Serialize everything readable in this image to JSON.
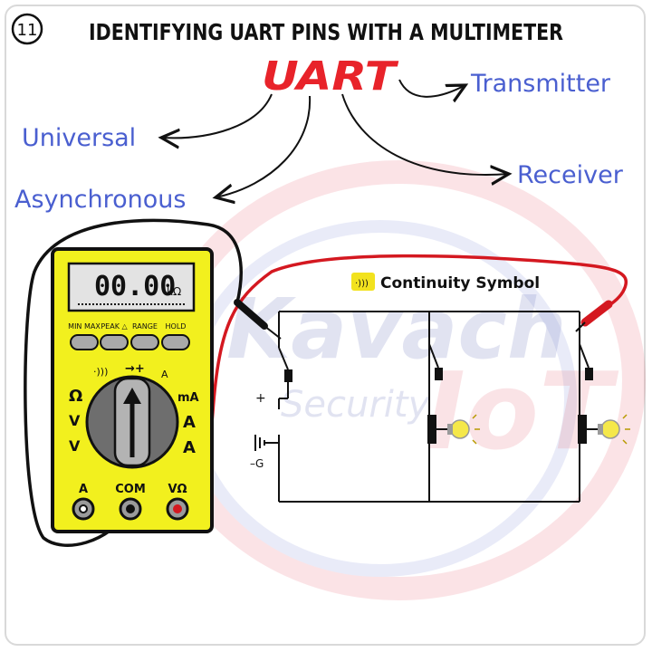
{
  "step_number": "11",
  "title": "IDENTIFYING UART PINS WITH A MULTIMETER",
  "acronym": "UART",
  "expansions": {
    "universal": "Universal",
    "asynchronous": "Asynchronous",
    "receiver": "Receiver",
    "transmitter": "Transmitter"
  },
  "multimeter": {
    "display_value": "00.00",
    "display_unit": "kΩ",
    "buttons": [
      "MIN MAX",
      "PEAK △",
      "RANGE",
      "HOLD"
    ],
    "left_marks": [
      "Ω",
      "V",
      "V"
    ],
    "right_marks": [
      "mA",
      "A",
      "A"
    ],
    "top_marks": [
      "·)))",
      "→+",
      "A"
    ],
    "ports": [
      "A",
      "COM",
      "VΩ"
    ]
  },
  "circuit": {
    "continuity_label": "Continuity Symbol",
    "plus_label": "+",
    "ground_label": "–G"
  },
  "watermark": {
    "brand": "Kavach",
    "sub": "Security",
    "suffix": "IoT"
  },
  "colors": {
    "acronym": "#e8232a",
    "expansion_text": "#4a5fd0",
    "multimeter_body": "#f2f01e",
    "probe_red": "#d41820",
    "probe_black": "#111111",
    "bulb": "#f5e84a"
  }
}
